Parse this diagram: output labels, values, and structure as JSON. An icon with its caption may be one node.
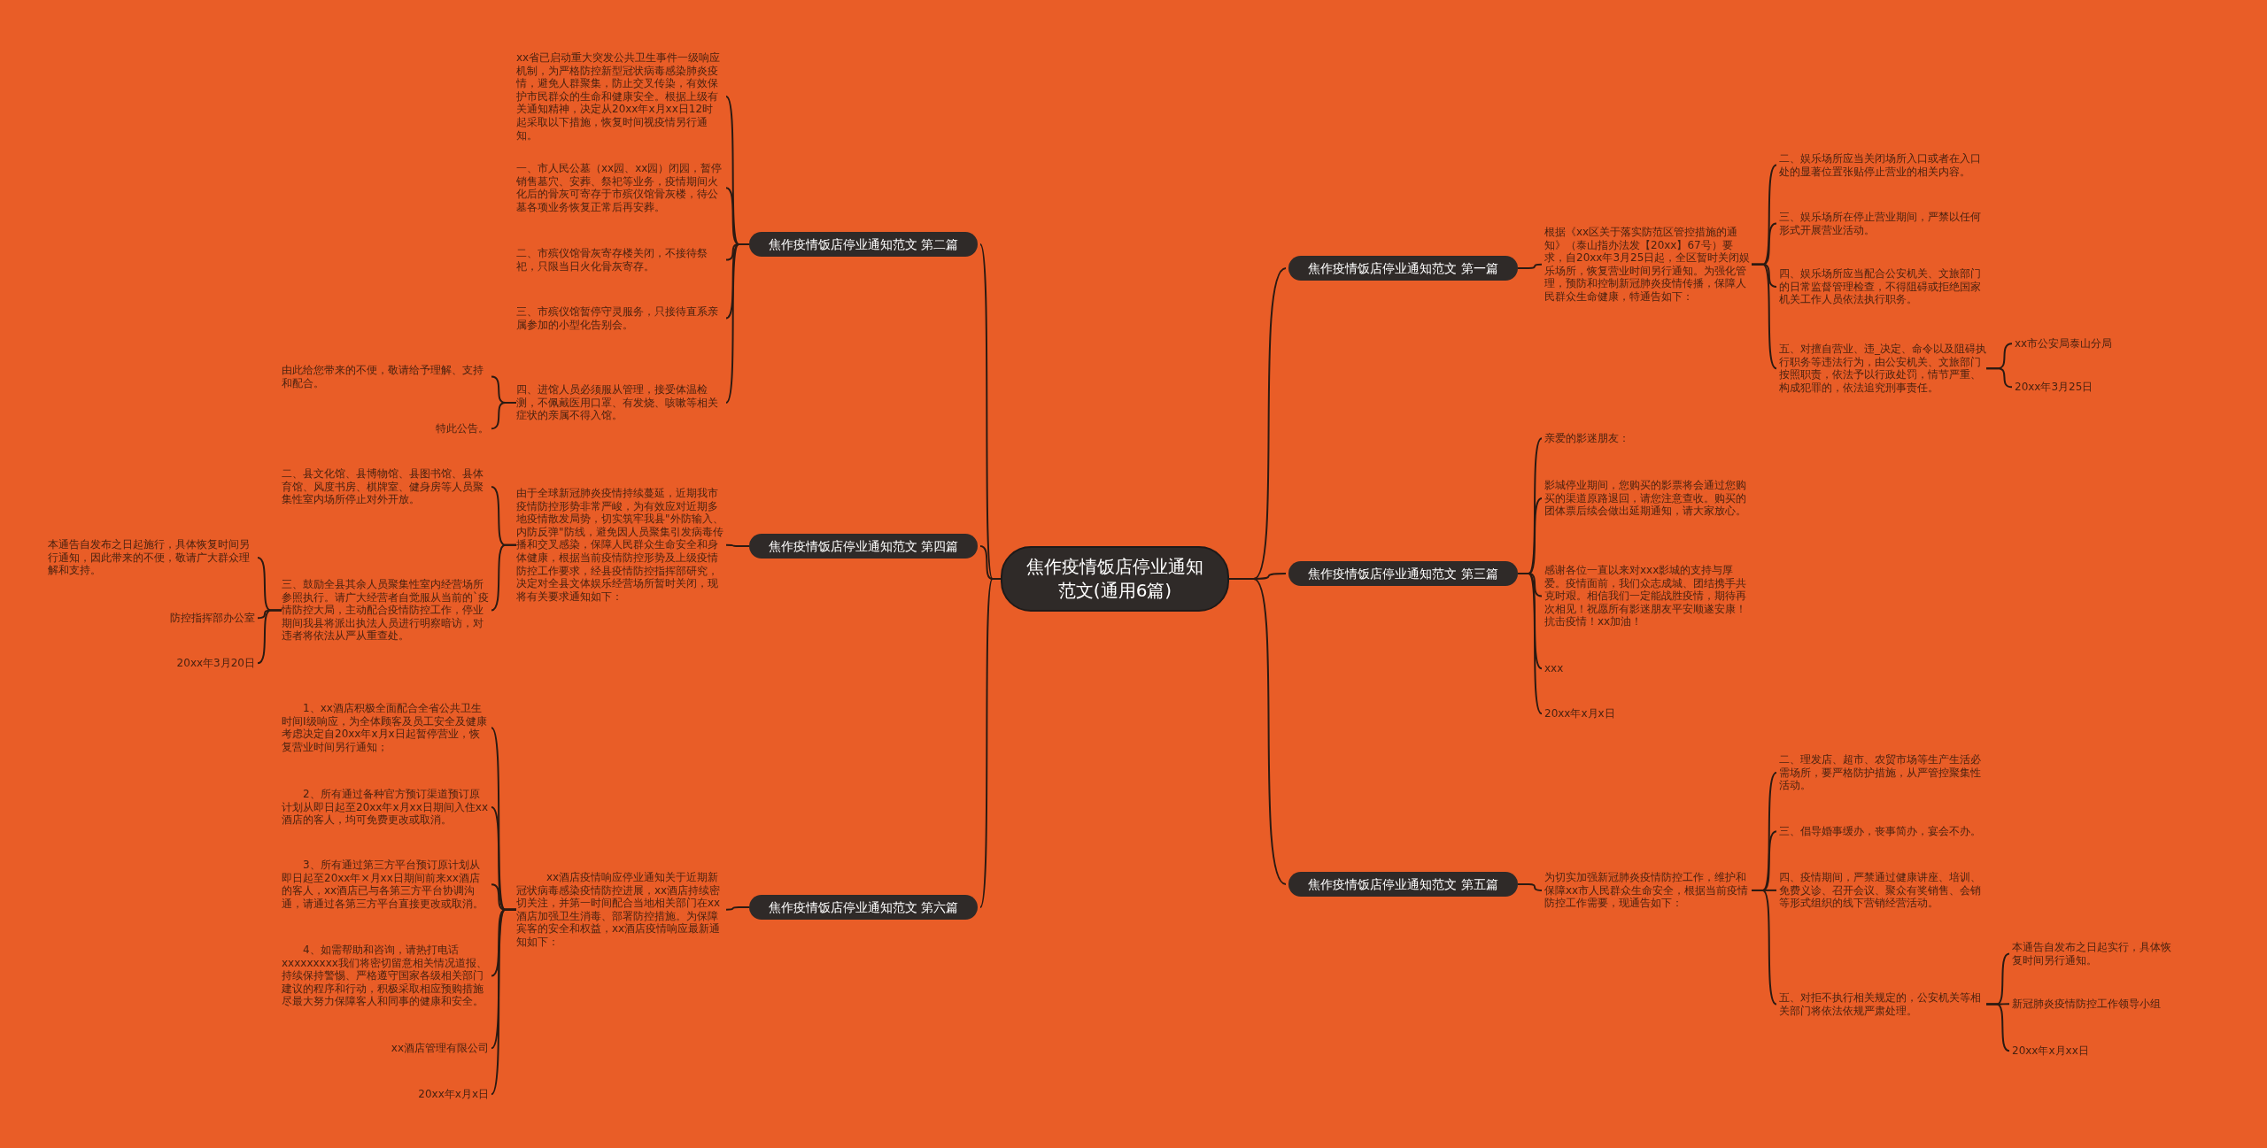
{
  "diagram": {
    "nodes": [
      {
        "text": [
          "焦作疫情饭店停业通知范文(通用6篇)"
        ]
      },
      {
        "text": [
          "焦作疫情饭店停业通知范文 第一篇"
        ]
      },
      {
        "text": [
          "根据《xx区关于落实防范区管控措施的通知》（泰山指办法发【20xx】67号）要求，自20xx年3月25日起，全区暂时关闭娱乐场所，恢复营业时间另行通知。为强化管理，预防和控制新冠肺炎疫情传播，保障人民群众生命健康，特通告如下："
        ]
      },
      {
        "text": [
          "二、娱乐场所应当关闭场所入口或者在入口处的显著位置张贴停止营业的相关内容。"
        ]
      },
      {
        "text": [
          "三、娱乐场所在停止营业期间，严禁以任何形式开展营业活动。"
        ]
      },
      {
        "text": [
          "四、娱乐场所应当配合公安机关、文旅部门的日常监督管理检查，不得阻碍或拒绝国家机关工作人员依法执行职务。"
        ]
      },
      {
        "text": [
          "五、对擅自营业、违_决定、命令以及阻碍执行职务等违法行为，由公安机关、文旅部门按照职责，依法予以行政处罚，情节严重、构成犯罪的，依法追究刑事责任。"
        ]
      },
      {
        "text": [
          "xx市公安局泰山分局"
        ]
      },
      {
        "text": [
          "20xx年3月25日"
        ]
      },
      {
        "text": [
          "焦作疫情饭店停业通知范文 第三篇"
        ]
      },
      {
        "text": [
          "亲爱的影迷朋友："
        ]
      },
      {
        "text": [
          "影城停业期间，您购买的影票将会通过您购买的渠道原路退回，请您注意查收。购买的团体票后续会做出延期通知，请大家放心。"
        ]
      },
      {
        "text": [
          "感谢各位一直以来对xxx影城的支持与厚爱。疫情面前，我们众志成城、团结携手共克时艰。相信我们一定能战胜疫情，期待再次相见！祝愿所有影迷朋友平安顺遂安康！抗击疫情！xx加油！"
        ]
      },
      {
        "text": [
          "xxx"
        ]
      },
      {
        "text": [
          "20xx年x月x日"
        ]
      },
      {
        "text": [
          "焦作疫情饭店停业通知范文 第五篇"
        ]
      },
      {
        "text": [
          "为切实加强新冠肺炎疫情防控工作，维护和保障xx市人民群众生命安全，根据当前疫情防控工作需要，现通告如下："
        ]
      },
      {
        "text": [
          "二、理发店、超市、农贸市场等生产生活必需场所，要严格防护措施，从严管控聚集性活动。"
        ]
      },
      {
        "text": [
          "三、倡导婚事缓办，丧事简办，宴会不办。"
        ]
      },
      {
        "text": [
          "四、疫情期间，严禁通过健康讲座、培训、免费义诊、召开会议、聚众有奖销售、会销等形式组织的线下营销经营活动。"
        ]
      },
      {
        "text": [
          "五、对拒不执行相关规定的，公安机关等相关部门将依法依规严肃处理。"
        ]
      },
      {
        "text": [
          "本通告自发布之日起实行，具体恢复时间另行通知。"
        ]
      },
      {
        "text": [
          "新冠肺炎疫情防控工作领导小组"
        ]
      },
      {
        "text": [
          "20xx年x月xx日"
        ]
      },
      {
        "text": [
          "焦作疫情饭店停业通知范文 第二篇"
        ]
      },
      {
        "text": [
          "xx省已启动重大突发公共卫生事件一级响应机制，为严格防控新型冠状病毒感染肺炎疫情，避免人群聚集，防止交叉传染，有效保护市民群众的生命和健康安全。根据上级有关通知精神，决定从20xx年x月xx日12时起采取以下措施，恢复时间视疫情另行通知。"
        ]
      },
      {
        "text": [
          "一、市人民公墓（xx园、xx园）闭园，暂停销售墓穴、安葬、祭祀等业务，疫情期间火化后的骨灰可寄存于市殡仪馆骨灰楼，待公墓各项业务恢复正常后再安葬。"
        ]
      },
      {
        "text": [
          "二、市殡仪馆骨灰寄存楼关闭，不接待祭祀，只限当日火化骨灰寄存。"
        ]
      },
      {
        "text": [
          "三、市殡仪馆暂停守灵服务，只接待直系亲属参加的小型化告别会。"
        ]
      },
      {
        "text": [
          "四、进馆人员必须服从管理，接受体温检测，不佩戴医用口罩、有发烧、咳嗽等相关症状的亲属不得入馆。"
        ]
      },
      {
        "text": [
          "由此给您带来的不便，敬请给予理解、支持和配合。"
        ]
      },
      {
        "text": [
          "特此公告。"
        ]
      },
      {
        "text": [
          "焦作疫情饭店停业通知范文 第四篇"
        ]
      },
      {
        "text": [
          "由于全球新冠肺炎疫情持续蔓延，近期我市疫情防控形势非常严峻，为有效应对近期多地疫情散发局势，切实筑牢我县\"外防输入、内防反弹\"防线，避免因人员聚集引发病毒传播和交叉感染，保障人民群众生命安全和身体健康，根据当前疫情防控形势及上级疫情防控工作要求，经县疫情防控指挥部研究，决定对全县文体娱乐经营场所暂时关闭，现将有关要求通知如下："
        ]
      },
      {
        "text": [
          "二、县文化馆、县博物馆、县图书馆、县体育馆、风度书房、棋牌室、健身房等人员聚集性室内场所停止对外开放。"
        ]
      },
      {
        "text": [
          "三、鼓励全县其余人员聚集性室内经营场所参照执行。请广大经营者自觉服从当前的`疫情防控大局，主动配合疫情防控工作，停业期间我县将派出执法人员进行明察暗访，对违者将依法从严从重查处。"
        ]
      },
      {
        "text": [
          "本通告自发布之日起施行，具体恢复时间另行通知，因此带来的不便，敬请广大群众理解和支持。"
        ]
      },
      {
        "text": [
          "防控指挥部办公室"
        ]
      },
      {
        "text": [
          "20xx年3月20日"
        ]
      },
      {
        "text": [
          "焦作疫情饭店停业通知范文 第六篇"
        ]
      },
      {
        "text": [
          "xx酒店疫情响应停业通知关于近期新冠状病毒感染疫情防控进展，xx酒店持续密切关注，并第一时间配合当地相关部门在xx酒店加强卫生消毒、部署防控措施。为保障宾客的安全和权益，xx酒店疫情响应最新通知如下："
        ]
      },
      {
        "text": [
          "1、xx酒店积极全面配合全省公共卫生时间Ⅰ级响应，为全体顾客及员工安全及健康考虑决定自20xx年x月x日起暂停营业，恢复营业时间另行通知；"
        ]
      },
      {
        "text": [
          "2、所有通过备种官方预订渠道预订原计划从即日起至20xx年x月xx日期间入住xx酒店的客人，均可免费更改或取消。"
        ]
      },
      {
        "text": [
          "3、所有通过第三方平台预订原计划从即日起至20xx年×月xx日期间前来xx酒店的客人，xx酒店已与各第三方平台协调沟通，请通过各第三方平台直接更改或取消。"
        ]
      },
      {
        "text": [
          "4、如需帮助和咨询，请热打电话xxxxxxxxx我们将密切留意相关情况道报、持续保持警惕、严格遵守国家各级相关部门建议的程序和行动，积极采取相应预购措施尽最大努力保障客人和同事的健康和安全。"
        ]
      },
      {
        "text": [
          "xx酒店管理有限公司"
        ]
      },
      {
        "text": [
          "20xx年x月x日"
        ]
      }
    ],
    "edges": [
      {
        "from": 0,
        "to": 1,
        "arrow": "none"
      },
      {
        "from": 0,
        "to": 9,
        "arrow": "none"
      },
      {
        "from": 0,
        "to": 15,
        "arrow": "none"
      },
      {
        "from": 0,
        "to": 24,
        "arrow": "none"
      },
      {
        "from": 0,
        "to": 32,
        "arrow": "none"
      },
      {
        "from": 0,
        "to": 39,
        "arrow": "none"
      },
      {
        "from": 1,
        "to": 2,
        "arrow": "none"
      },
      {
        "from": 2,
        "to": 3,
        "arrow": "none"
      },
      {
        "from": 2,
        "to": 4,
        "arrow": "none"
      },
      {
        "from": 2,
        "to": 5,
        "arrow": "none"
      },
      {
        "from": 2,
        "to": 6,
        "arrow": "none"
      },
      {
        "from": 6,
        "to": 7,
        "arrow": "none"
      },
      {
        "from": 6,
        "to": 8,
        "arrow": "none"
      },
      {
        "from": 9,
        "to": 10,
        "arrow": "none"
      },
      {
        "from": 9,
        "to": 11,
        "arrow": "none"
      },
      {
        "from": 9,
        "to": 12,
        "arrow": "none"
      },
      {
        "from": 9,
        "to": 13,
        "arrow": "none"
      },
      {
        "from": 9,
        "to": 14,
        "arrow": "none"
      },
      {
        "from": 15,
        "to": 16,
        "arrow": "none"
      },
      {
        "from": 16,
        "to": 17,
        "arrow": "none"
      },
      {
        "from": 16,
        "to": 18,
        "arrow": "none"
      },
      {
        "from": 16,
        "to": 19,
        "arrow": "none"
      },
      {
        "from": 16,
        "to": 20,
        "arrow": "none"
      },
      {
        "from": 20,
        "to": 21,
        "arrow": "none"
      },
      {
        "from": 20,
        "to": 22,
        "arrow": "none"
      },
      {
        "from": 20,
        "to": 23,
        "arrow": "none"
      },
      {
        "from": 24,
        "to": 25,
        "arrow": "none"
      },
      {
        "from": 24,
        "to": 26,
        "arrow": "none"
      },
      {
        "from": 24,
        "to": 27,
        "arrow": "none"
      },
      {
        "from": 24,
        "to": 28,
        "arrow": "none"
      },
      {
        "from": 24,
        "to": 29,
        "arrow": "none"
      },
      {
        "from": 29,
        "to": 30,
        "arrow": "none"
      },
      {
        "from": 29,
        "to": 31,
        "arrow": "none"
      },
      {
        "from": 32,
        "to": 33,
        "arrow": "none"
      },
      {
        "from": 33,
        "to": 34,
        "arrow": "none"
      },
      {
        "from": 33,
        "to": 35,
        "arrow": "none"
      },
      {
        "from": 35,
        "to": 36,
        "arrow": "none"
      },
      {
        "from": 35,
        "to": 37,
        "arrow": "none"
      },
      {
        "from": 35,
        "to": 38,
        "arrow": "none"
      },
      {
        "from": 39,
        "to": 40,
        "arrow": "none"
      },
      {
        "from": 40,
        "to": 41,
        "arrow": "none"
      },
      {
        "from": 40,
        "to": 42,
        "arrow": "none"
      },
      {
        "from": 40,
        "to": 43,
        "arrow": "none"
      },
      {
        "from": 40,
        "to": 44,
        "arrow": "none"
      },
      {
        "from": 40,
        "to": 45,
        "arrow": "none"
      },
      {
        "from": 40,
        "to": 46,
        "arrow": "none"
      }
    ]
  }
}
